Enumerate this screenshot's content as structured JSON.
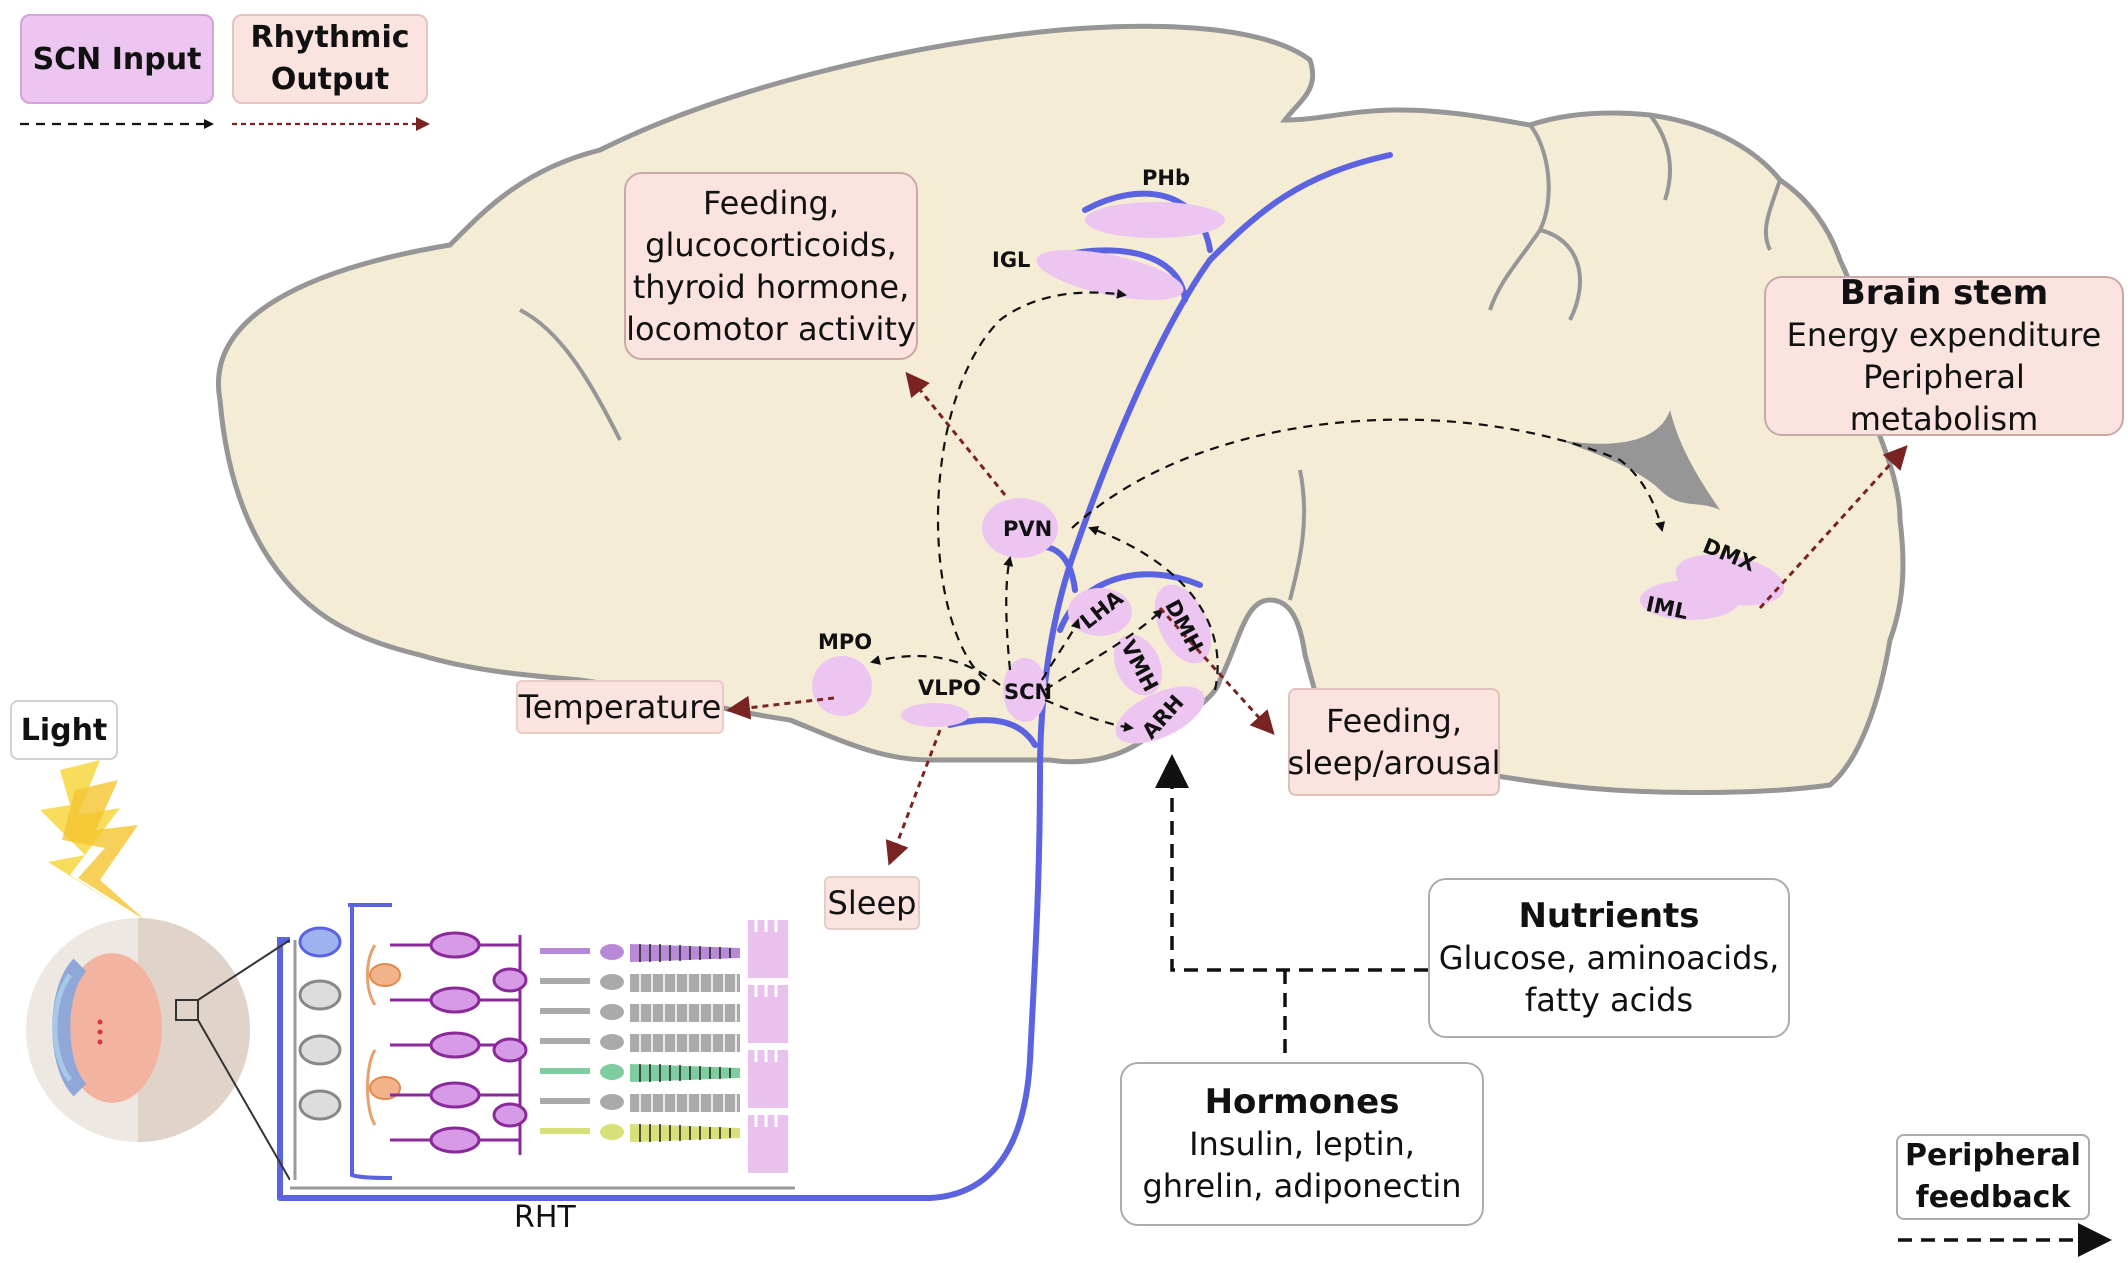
{
  "legend": {
    "scn_input": "SCN Input",
    "rhythmic_output": "Rhythmic Output"
  },
  "light_label": "Light",
  "rht_label": "RHT",
  "nuclei": {
    "phb": "PHb",
    "igl": "IGL",
    "pvn": "PVN",
    "mpo": "MPO",
    "vlpo": "VLPO",
    "scn": "SCN",
    "lha": "LHA",
    "dmh": "DMH",
    "vmh": "VMH",
    "arh": "ARH",
    "dmx": "DMX",
    "iml": "IML"
  },
  "outputs": {
    "feeding_lines": [
      "Feeding,",
      "glucocorticoids,",
      "thyroid hormone,",
      "locomotor activity"
    ],
    "temperature": "Temperature",
    "sleep": "Sleep",
    "feeding_sleep_lines": [
      "Feeding,",
      "sleep/arousal"
    ],
    "brain_stem": {
      "title": "Brain stem",
      "lines": [
        "Energy expenditure",
        "Peripheral metabolism"
      ]
    }
  },
  "feedback": {
    "nutrients": {
      "title": "Nutrients",
      "lines": [
        "Glucose, aminoacids,",
        "fatty acids"
      ]
    },
    "hormones": {
      "title": "Hormones",
      "lines": [
        "Insulin, leptin,",
        "ghrelin, adiponectin"
      ]
    },
    "peripheral_lines": [
      "Peripheral",
      "feedback"
    ]
  },
  "colors": {
    "brain_fill": "#f5ecd6",
    "brain_outline": "#969696",
    "pathway_blue": "#5b63e0",
    "nucleus_pink": "#ecc6f0",
    "output_arrow": "#7a2323",
    "output_box": "#fbe3e0",
    "light_bolt": "#f7d84a"
  },
  "icons": [
    "lightning-bolt-icon",
    "eye-icon",
    "retina-cells-icon"
  ]
}
